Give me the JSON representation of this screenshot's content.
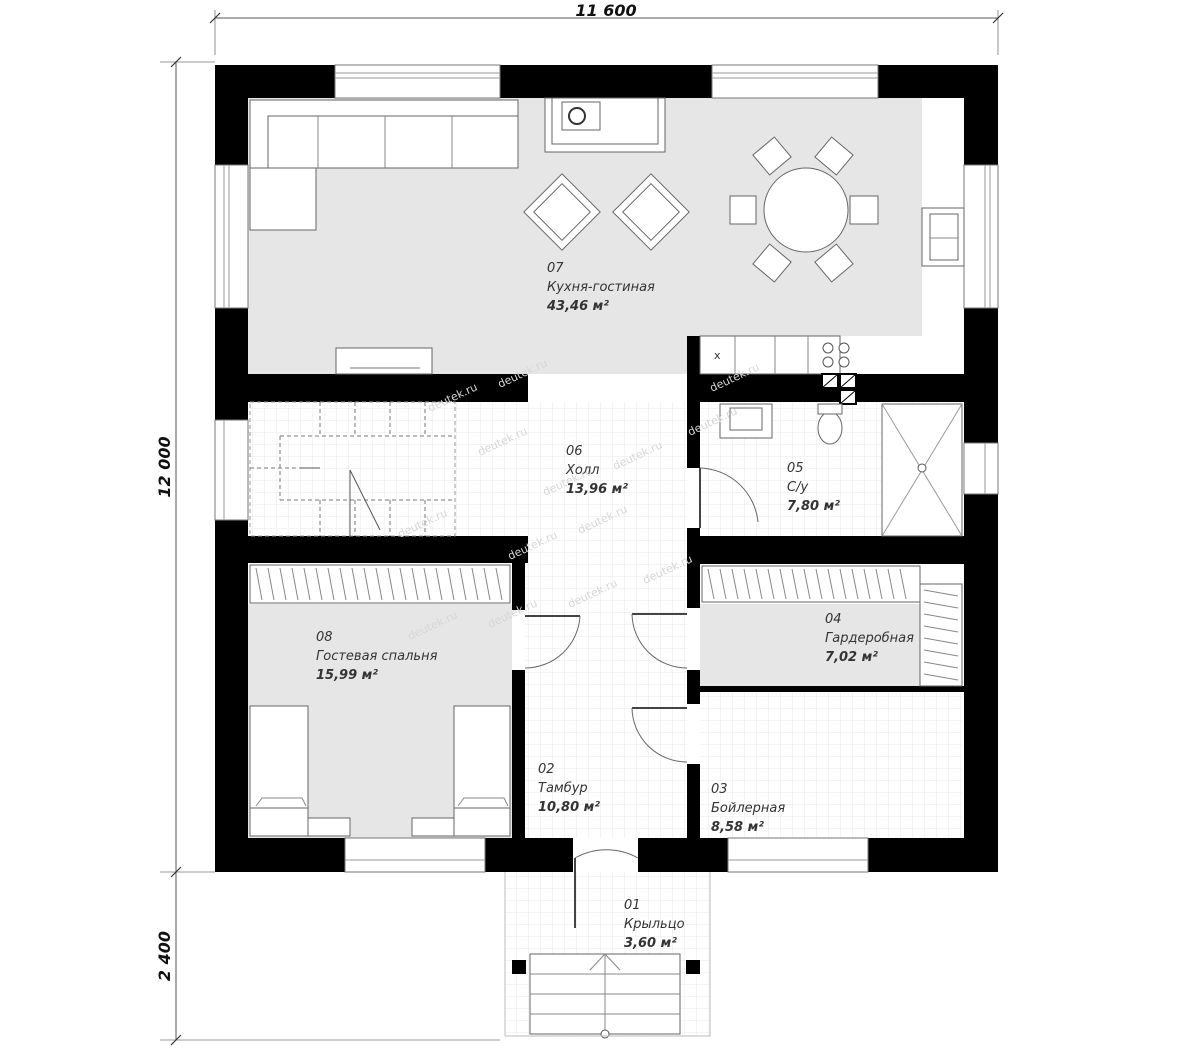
{
  "dimensions": {
    "width_total": "11 600",
    "height_house": "12 000",
    "height_porch": "2 400"
  },
  "rooms": [
    {
      "id": "r07",
      "number": "07",
      "name": "Кухня-гостиная",
      "area": "43,46 м²"
    },
    {
      "id": "r06",
      "number": "06",
      "name": "Холл",
      "area": "13,96 м²"
    },
    {
      "id": "r05",
      "number": "05",
      "name": "С/у",
      "area": "7,80 м²"
    },
    {
      "id": "r04",
      "number": "04",
      "name": "Гардеробная",
      "area": "7,02 м²"
    },
    {
      "id": "r08",
      "number": "08",
      "name": "Гостевая спальня",
      "area": "15,99 м²"
    },
    {
      "id": "r02",
      "number": "02",
      "name": "Тамбур",
      "area": "10,80 м²"
    },
    {
      "id": "r03",
      "number": "03",
      "name": "Бойлерная",
      "area": "8,58 м²"
    },
    {
      "id": "r01",
      "number": "01",
      "name": "Крыльцо",
      "area": "3,60 м²"
    }
  ],
  "watermark": "deutek.ru",
  "colors": {
    "wall": "#000000",
    "room_fill": "#e6e6e6",
    "tile_grid": "#e2e2e2"
  }
}
